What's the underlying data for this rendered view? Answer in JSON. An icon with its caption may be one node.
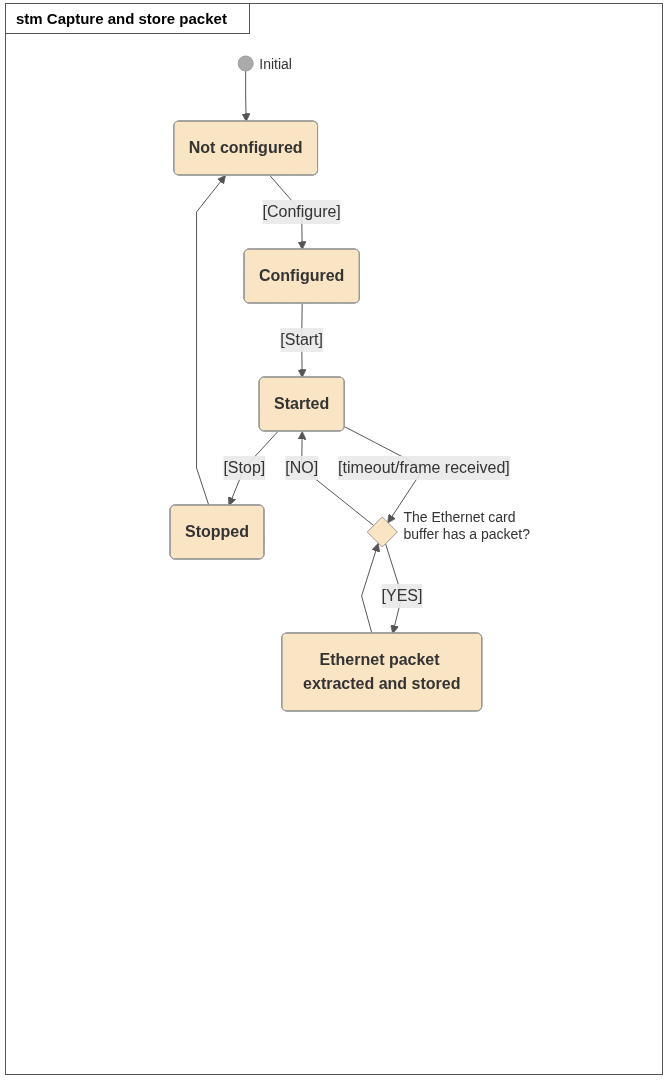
{
  "diagram": {
    "title": "stm Capture and store packet",
    "nodes": [
      {
        "text": [],
        "shape": "circle",
        "beside": [
          "Initial"
        ]
      },
      {
        "text": [
          "Not configured"
        ]
      },
      {
        "text": [
          "Configured"
        ]
      },
      {
        "text": [
          "Stopped"
        ]
      },
      {
        "text": [
          "Started"
        ]
      },
      {
        "text": [],
        "shape": "diamond",
        "beside": [
          "The Ethernet card buffer has a packet?"
        ]
      },
      {
        "text": [
          "Ethernet packet extracted and stored"
        ]
      }
    ],
    "edges": [
      {
        "from": 0,
        "to": 1,
        "arrow": "to"
      },
      {
        "from": 1,
        "to": 2,
        "arrow": "to",
        "label": "[Configure]"
      },
      {
        "from": 2,
        "to": 4,
        "arrow": "to",
        "label": "[Start]"
      },
      {
        "from": 4,
        "to": 3,
        "arrow": "to",
        "label": "[Stop]"
      },
      {
        "from": 3,
        "to": 1,
        "arrow": "to"
      },
      {
        "from": 4,
        "to": 5,
        "arrow": "to",
        "label": "[timeout/frame received]"
      },
      {
        "from": 5,
        "to": 4,
        "arrow": "to",
        "label": "[NO]"
      },
      {
        "from": 5,
        "to": 6,
        "arrow": "to",
        "label": "[YES]"
      },
      {
        "from": 6,
        "to": 5,
        "arrow": "to"
      }
    ]
  }
}
